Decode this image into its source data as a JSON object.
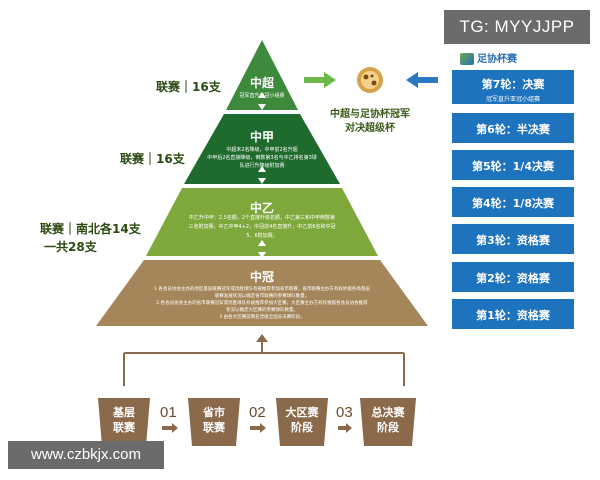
{
  "top_tag": "TG: MYYJJPP",
  "watermark": "www.czbkjx.com",
  "brand": "足协杯赛",
  "league_labels": {
    "cs": "联赛｜16支",
    "cl1": "联赛｜16支",
    "cl2_line1": "联赛｜南北各14支",
    "cl2_line2": "一共28支"
  },
  "tiers": {
    "cs": {
      "title": "中超",
      "desc": "冠军直升亚冠小组赛"
    },
    "cl1": {
      "title": "中甲",
      "desc": [
        "中超末2名降级，中甲前2名升超",
        "中甲后2名直接降级，倒数第3名与中乙排名第3球",
        "队进行升降级附加赛"
      ]
    },
    "cl2": {
      "title": "中乙",
      "desc": [
        "中乙升中甲：2.5名额，2个直接升级名额，中乙第三和中甲倒数第",
        "三名附加赛，中乙中甲4+2，中冠前4名直接升，中乙前6名和中冠",
        "5、6附加赛。"
      ]
    },
    "cm": {
      "title": "中冠",
      "desc": [
        "1 各会员协会主办的地区基层联赛冠军或优胜球队有被推荐参加省市联赛，省市联赛主办方有权依据各地基层",
        "联赛发展状况以确定省市联赛的参赛球队数量。",
        "2 各会员协会主办的省市联赛冠军或优胜球队有被推荐参加大区赛，大区赛主办方有权根据各会员协会推荐",
        "状况以确定大区赛的参赛球队数量。",
        "3 由各大区赛前两名晋级全国总决赛阶段。"
      ]
    }
  },
  "center_text": [
    "中超与足协杯冠军",
    "对决超级杯"
  ],
  "rounds": [
    {
      "label": "第7轮：决赛",
      "sub": "冠军直升亚冠小组赛"
    },
    {
      "label": "第6轮：半决赛",
      "sub": ""
    },
    {
      "label": "第5轮：1/4决赛",
      "sub": ""
    },
    {
      "label": "第4轮：1/8决赛",
      "sub": ""
    },
    {
      "label": "第3轮：资格赛",
      "sub": ""
    },
    {
      "label": "第2轮：资格赛",
      "sub": ""
    },
    {
      "label": "第1轮：资格赛",
      "sub": ""
    }
  ],
  "stages": [
    {
      "l1": "基层",
      "l2": "联赛"
    },
    {
      "l1": "省市",
      "l2": "联赛"
    },
    {
      "l1": "大区赛",
      "l2": "阶段"
    },
    {
      "l1": "总决赛",
      "l2": "阶段"
    }
  ],
  "stage_numbers": [
    "01",
    "02",
    "03"
  ],
  "colors": {
    "cs": "#3d8a3d",
    "cl1": "#1f6b2e",
    "cl2": "#7fa83c",
    "cm": "#a5865a",
    "rounds": "#1e73be",
    "stage": "#8a6a4a",
    "arrow_green": "#6cb84a",
    "arrow_blue": "#2a78c2"
  }
}
